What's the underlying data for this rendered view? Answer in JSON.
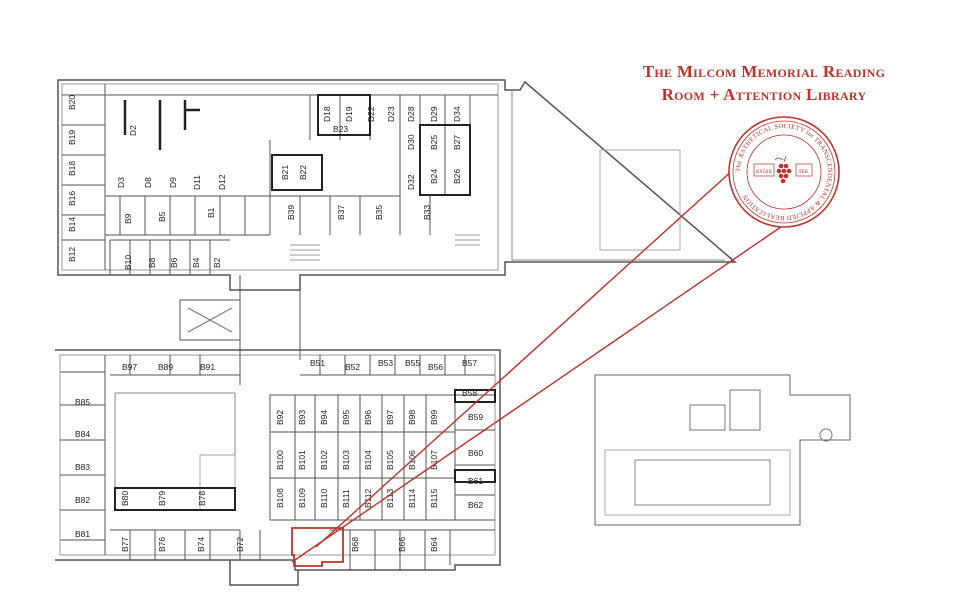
{
  "title": {
    "line1": "The Milcom Memorial Reading",
    "line2": "Room + Attention Library"
  },
  "seal": {
    "ring_text": "The ÆSTHETICAL SOCIETY for TRANSCENDENTAL & APPLIED REALIZATION",
    "left_tag": "KSTAR",
    "right_tag": "SER.",
    "color": "#c0322b"
  },
  "colors": {
    "accent": "#c0322b",
    "wall": "#555555",
    "room_bold": "#222222"
  },
  "rooms": {
    "top_left_column": [
      "B20",
      "B19",
      "B18",
      "B16",
      "B14",
      "B12"
    ],
    "top_row": [
      "D2",
      "D3",
      "D8",
      "D9",
      "D11",
      "D12",
      "B9",
      "B5",
      "B1",
      "B21",
      "B22",
      "B39",
      "B37",
      "B35",
      "B33"
    ],
    "top_right_block": [
      "D18",
      "D19",
      "D22",
      "D23",
      "D28",
      "D29",
      "D34",
      "B23",
      "D30",
      "B25",
      "B27",
      "B24",
      "B26",
      "D32"
    ],
    "upper_corridor": [
      "B10",
      "B8",
      "B6",
      "B4",
      "B2"
    ],
    "lower_top_row": [
      "B97",
      "B89",
      "B91",
      "B51",
      "B52",
      "B53",
      "B55",
      "B56",
      "B57"
    ],
    "lower_left_column": [
      "B85",
      "B84",
      "B83",
      "B82",
      "B81"
    ],
    "center_grid": [
      "B92",
      "B93",
      "B94",
      "B95",
      "B96",
      "B97",
      "B98",
      "B99",
      "B100",
      "B101",
      "B102",
      "B103",
      "B104",
      "B105",
      "B106",
      "B107",
      "B108",
      "B109",
      "B110",
      "B111",
      "B112",
      "B113",
      "B114",
      "B115"
    ],
    "right_column": [
      "B58",
      "B59",
      "B60",
      "B61",
      "B62"
    ],
    "bottom_row": [
      "B80",
      "B79",
      "B78",
      "B77",
      "B76",
      "B74",
      "B72",
      "B68",
      "B66",
      "B64"
    ]
  },
  "highlight_room_label": ""
}
